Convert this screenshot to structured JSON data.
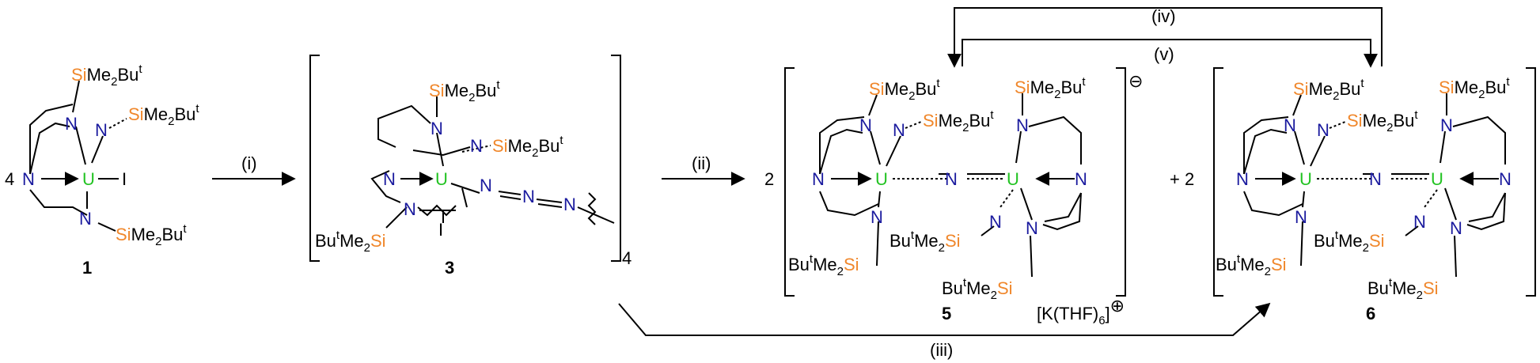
{
  "colors": {
    "nitrogen": "#1a1a9e",
    "uranium": "#22c322",
    "silicon": "#f0872b"
  },
  "atoms": {
    "N": "N",
    "U": "U",
    "I": "I",
    "Si": "Si"
  },
  "groups": {
    "simeb_left": "Me",
    "simeb_right": "Bu",
    "simeb_sub": "2",
    "simeb_sup": "t",
    "bu": "Bu",
    "me2": "Me",
    "sub2": "2",
    "supt": "t"
  },
  "compound_1": {
    "coef": "4",
    "label": "1"
  },
  "compound_3": {
    "label": "3",
    "bracket_sub": "4"
  },
  "compound_5": {
    "coef": "2",
    "label": "5",
    "charge": "⊖",
    "counterion": "[K(THF)",
    "counterion_sub": "6",
    "counterion_end": "]",
    "counterion_charge": "⊕"
  },
  "compound_6": {
    "plus": "+ 2",
    "label": "6"
  },
  "arrows": {
    "i": "(i)",
    "ii": "(ii)",
    "iii": "(iii)",
    "iv": "(iv)",
    "v": "(v)"
  }
}
